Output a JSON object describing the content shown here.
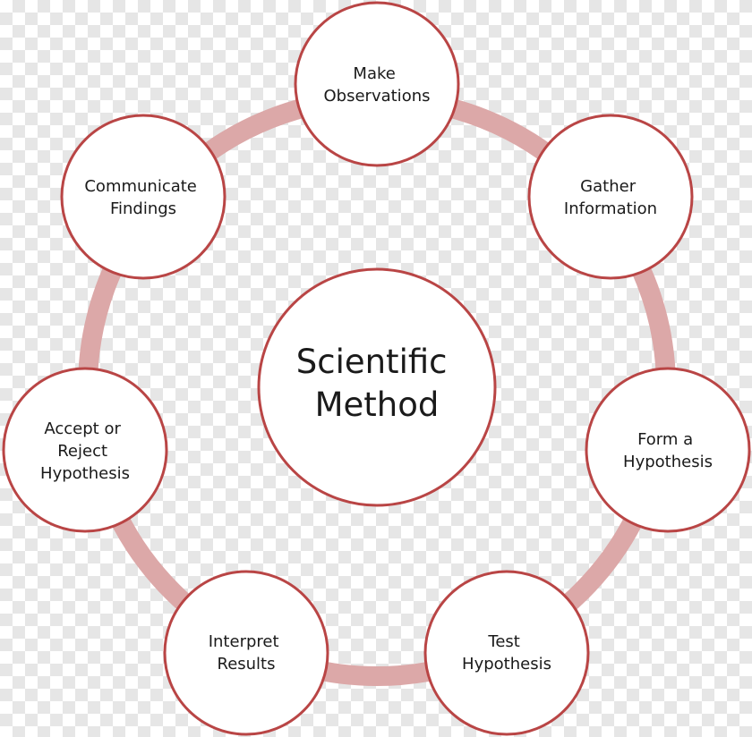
{
  "diagram": {
    "center": {
      "lines": [
        "Scientific",
        "Method"
      ]
    },
    "steps": [
      {
        "lines": [
          "Make",
          "Observations"
        ]
      },
      {
        "lines": [
          "Gather",
          "Information"
        ]
      },
      {
        "lines": [
          "Form a",
          "Hypothesis"
        ]
      },
      {
        "lines": [
          "Test",
          "Hypothesis"
        ]
      },
      {
        "lines": [
          "Interpret",
          "Results"
        ]
      },
      {
        "lines": [
          "Accept or",
          "Reject",
          "Hypothesis"
        ]
      },
      {
        "lines": [
          "Communicate",
          "Findings"
        ]
      }
    ]
  },
  "colors": {
    "ring": "#dca8a8",
    "node_border": "#b94545",
    "node_fill": "#ffffff",
    "text": "#1a1a1a"
  }
}
